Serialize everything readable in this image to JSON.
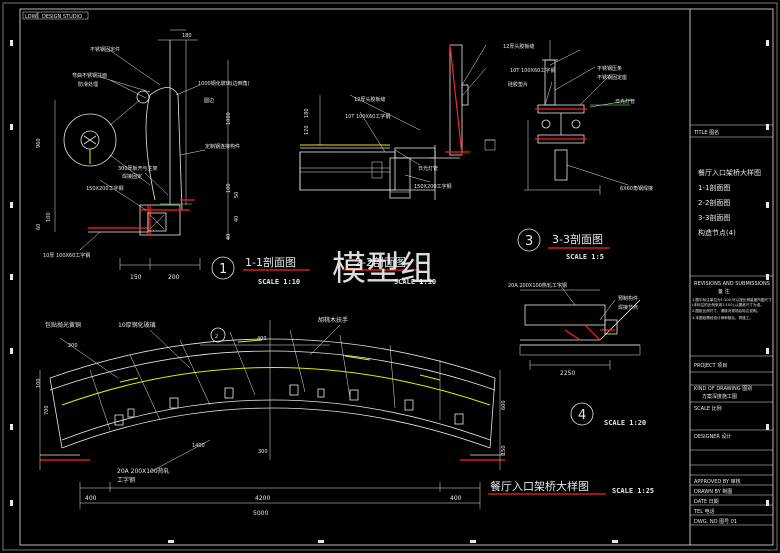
{
  "header": {
    "left_box": "LDW",
    "right_box": "DESIGN STUDIO"
  },
  "watermark": "模型组",
  "section_1_1": {
    "title": "1-1剖面图",
    "number": "1",
    "scale": "SCALE 1:10",
    "labels": [
      "不锈钢固定件",
      "弯曲不锈钢扶面",
      "防滑处理",
      "1000钢化玻璃(边倒角)",
      "圆边",
      "300厚板开与主架",
      "焊接固定",
      "定制钢连接构件",
      "150X200工字钢",
      "10厚 100X60工字钢"
    ],
    "dims_top": "180",
    "dims_left": [
      "960",
      "60",
      "100"
    ],
    "dims_right": [
      "1000",
      "50",
      "40",
      "100",
      "40"
    ],
    "dims_bottom": [
      "150",
      "200"
    ]
  },
  "section_2_2": {
    "title": "2-2剖面图",
    "number": "2",
    "scale": "SCALE 1:10",
    "labels": [
      "12厚头胶板缝",
      "10T 100X60工字钢",
      "日光灯管",
      "150X200工字钢"
    ],
    "dims": [
      "120",
      "180"
    ]
  },
  "section_3_3": {
    "title": "3-3剖面图",
    "number": "3",
    "scale": "SCALE 1:5",
    "labels": [
      "12厚头胶板缝",
      "10T 100X60工字钢",
      "不锈钢压条",
      "不锈钢固定座",
      "硅胶垫片",
      "日光灯管",
      "6X60角钢焊接"
    ]
  },
  "elevation": {
    "title": "餐厅入口架桥大样图",
    "scale": "SCALE 1:25",
    "labels": [
      "包贴抛光黄铜",
      "10厚钢化玻璃",
      "胡桃木扶手",
      "20A 200X100热轧",
      "工字钢"
    ],
    "dims": [
      "200",
      "400",
      "1400",
      "300",
      "100",
      "700",
      "600",
      "150",
      "400",
      "4200",
      "400",
      "5000"
    ],
    "marker": "2"
  },
  "node_4": {
    "number": "4",
    "scale": "SCALE 1:20",
    "labels": [
      "20A 200X100热轧工字钢",
      "预制构件",
      "焊接节点"
    ],
    "dim": "2250"
  },
  "title_block": {
    "title_label": "TITLE 图名",
    "titles": [
      "餐厅入口架桥大样图",
      "1-1剖面图",
      "2-2剖面图",
      "3-3剖面图",
      "构造节点(4)"
    ],
    "revisions_label": "REVISIONS AND SUBMISSIONS",
    "revisions_cn": "备 注",
    "notes": [
      "1.图中标注单位为1:100,可以按比例量度所图尺寸(未标注的比例采用1:100),以图纸尺寸为准。",
      "2.图纸比例尺寸，请核对现场后标注说明。",
      "3.本图纸需经设计师审核后，再施工。"
    ],
    "project": "PROJECT 项目",
    "kind": "KIND OF DRAWING 图别",
    "kind_value": "方案深度施工图",
    "scale": "SCALE 比例",
    "designer": "DESIGNER 设计",
    "approved": "APPROVED BY 审核",
    "drawn": "DRAWN BY 制图",
    "date": "DATE 日期",
    "tel": "TEL 电话",
    "dwg_no": "DWG. NO 图号 01"
  }
}
